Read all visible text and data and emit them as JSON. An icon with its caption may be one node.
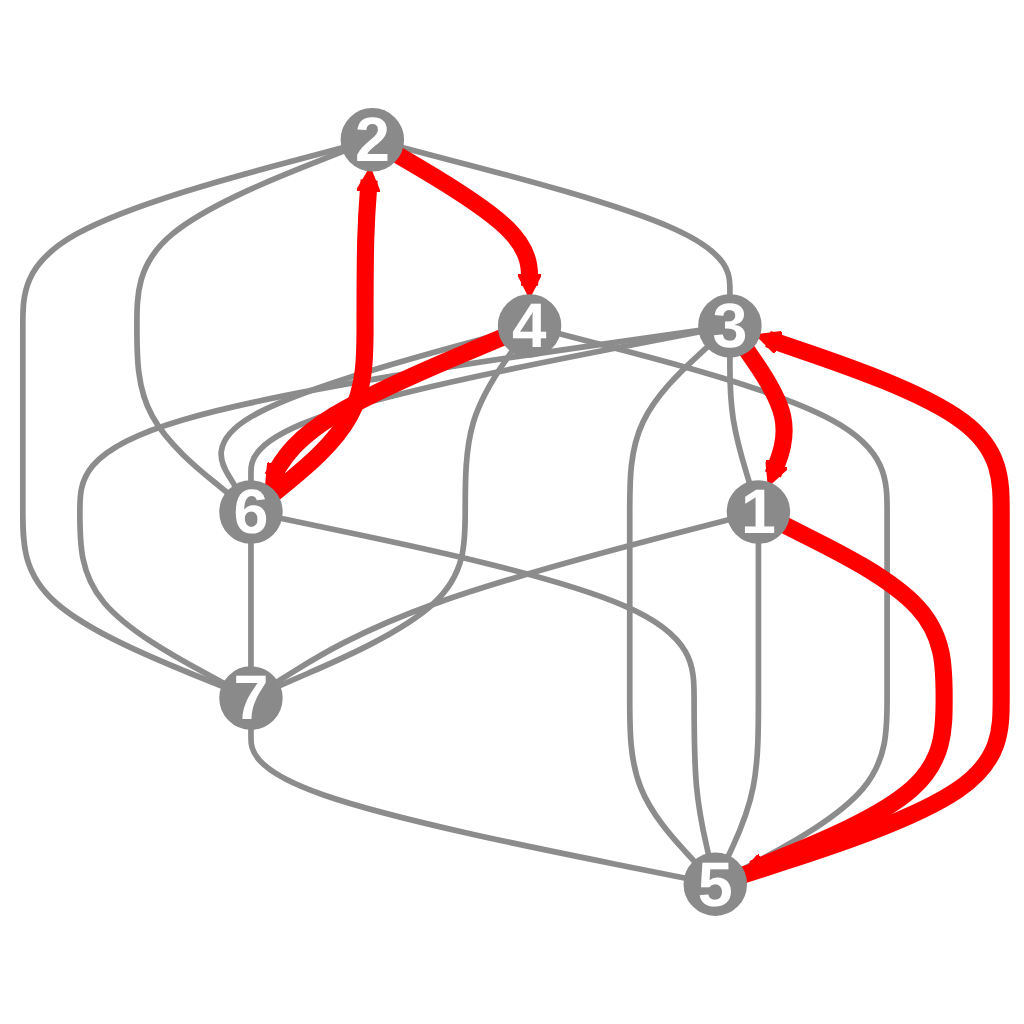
{
  "diagram": {
    "nodes": [
      {
        "text": [
          "2"
        ]
      },
      {
        "text": [
          "3"
        ]
      },
      {
        "text": [
          "6"
        ]
      },
      {
        "text": [
          "7"
        ]
      },
      {
        "text": [
          "1"
        ]
      },
      {
        "text": [
          "5"
        ]
      },
      {
        "text": [
          "4"
        ]
      }
    ],
    "edges": [
      {
        "from": 0,
        "to": 1,
        "arrow": "none"
      },
      {
        "from": 0,
        "to": 2,
        "arrow": "none"
      },
      {
        "from": 0,
        "to": 3,
        "arrow": "none"
      },
      {
        "from": 1,
        "to": 4,
        "arrow": "none"
      },
      {
        "from": 6,
        "to": 2,
        "arrow": "none"
      },
      {
        "from": 1,
        "to": 3,
        "arrow": "none"
      },
      {
        "from": 2,
        "to": 3,
        "arrow": "none"
      },
      {
        "from": 4,
        "to": 3,
        "arrow": "none"
      },
      {
        "from": 3,
        "to": 5,
        "arrow": "none"
      },
      {
        "from": 6,
        "to": 3,
        "arrow": "none"
      },
      {
        "from": 1,
        "to": 2,
        "arrow": "none"
      },
      {
        "from": 1,
        "to": 5,
        "arrow": "none"
      },
      {
        "from": 2,
        "to": 5,
        "arrow": "none"
      },
      {
        "from": 4,
        "to": 5,
        "arrow": "none"
      },
      {
        "from": 6,
        "to": 5,
        "arrow": "none"
      },
      {
        "from": 0,
        "to": 6,
        "arrow": "to",
        "style": "thick",
        "color": "#ff0000"
      },
      {
        "from": 2,
        "to": 0,
        "arrow": "to",
        "style": "thick",
        "color": "#ff0000"
      },
      {
        "from": 1,
        "to": 4,
        "arrow": "to",
        "style": "thick",
        "color": "#ff0000"
      },
      {
        "from": 4,
        "to": 5,
        "arrow": "to",
        "style": "thick",
        "color": "#ff0000"
      },
      {
        "from": 5,
        "to": 1,
        "arrow": "to",
        "style": "thick",
        "color": "#ff0000"
      },
      {
        "from": 6,
        "to": 2,
        "arrow": "to",
        "style": "thick",
        "color": "#ff0000"
      }
    ]
  }
}
